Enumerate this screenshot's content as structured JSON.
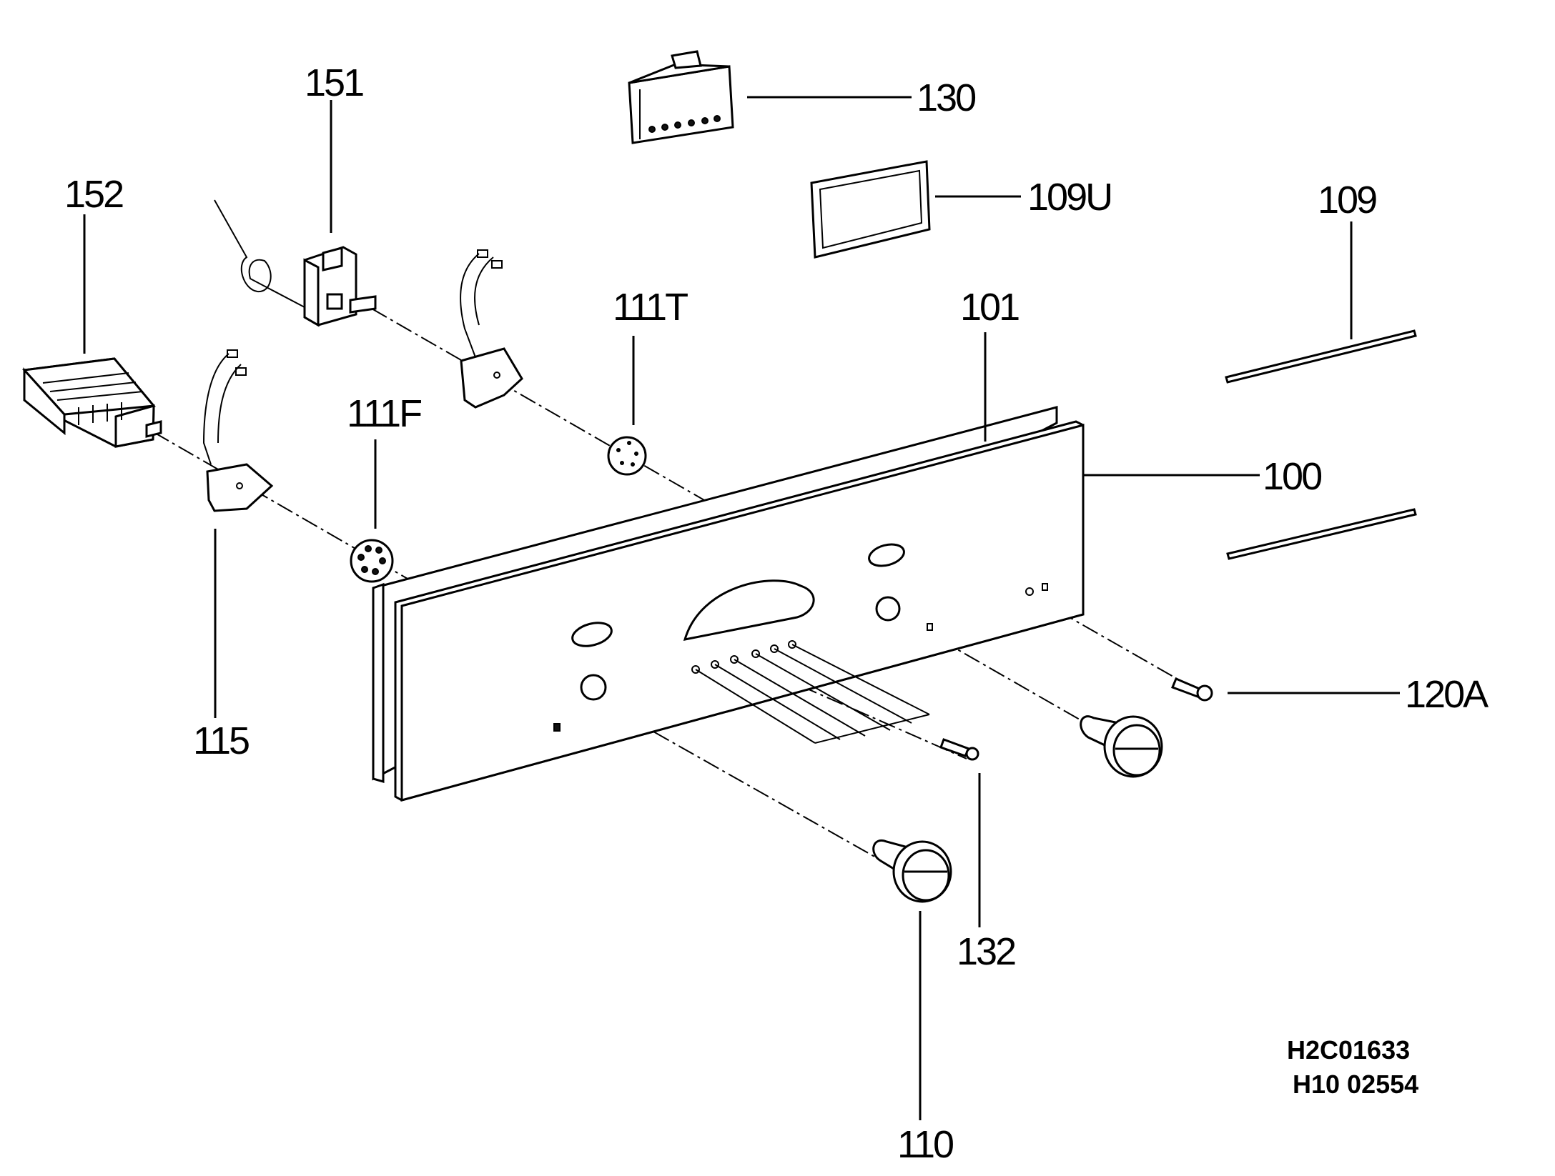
{
  "part_labels": {
    "p151": "151",
    "p130": "130",
    "p152": "152",
    "p109U": "109U",
    "p109": "109",
    "p111T": "111T",
    "p101": "101",
    "p111F": "111F",
    "p100": "100",
    "p115": "115",
    "p120A": "120A",
    "p132": "132",
    "p110": "110"
  },
  "drawing_codes": {
    "line1": "H2C01633",
    "line2": "H10 02554"
  }
}
